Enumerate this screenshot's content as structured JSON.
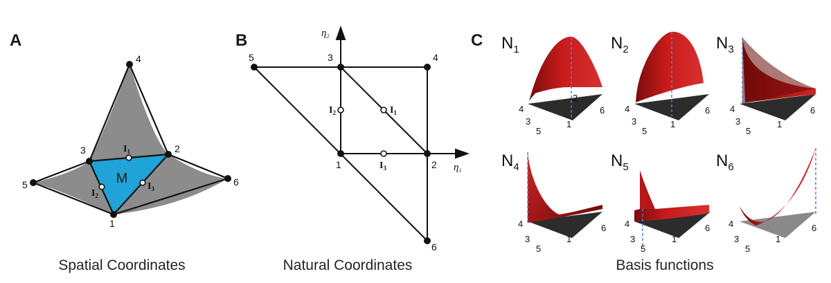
{
  "panels": {
    "a": {
      "letter": "A",
      "caption": "Spatial Coordinates",
      "element_label": "M",
      "nodes": [
        "1",
        "2",
        "3",
        "4",
        "5",
        "6"
      ],
      "integration_points": [
        {
          "base": "I",
          "sub": "1"
        },
        {
          "base": "I",
          "sub": "2"
        },
        {
          "base": "I",
          "sub": "3"
        }
      ],
      "colors": {
        "region": "#8c8c8c",
        "element": "#1fa3d9",
        "edge": "#111111"
      }
    },
    "b": {
      "letter": "B",
      "caption": "Natural Coordinates",
      "axis_x": {
        "symbol": "η",
        "sub": "1"
      },
      "axis_y": {
        "symbol": "η",
        "sub": "2"
      },
      "nodes": [
        "1",
        "2",
        "3",
        "4",
        "5",
        "6"
      ],
      "integration_points": [
        {
          "base": "I",
          "sub": "1"
        },
        {
          "base": "I",
          "sub": "2"
        },
        {
          "base": "I",
          "sub": "3"
        }
      ]
    },
    "c": {
      "letter": "C",
      "caption": "Basis functions",
      "functions": [
        {
          "base": "N",
          "sub": "1",
          "ticks": [
            "4",
            "3",
            "5",
            "1",
            "6",
            "2"
          ]
        },
        {
          "base": "N",
          "sub": "2",
          "ticks": [
            "4",
            "3",
            "5",
            "1",
            "6"
          ]
        },
        {
          "base": "N",
          "sub": "3",
          "ticks": [
            "4",
            "3",
            "5",
            "1",
            "6"
          ]
        },
        {
          "base": "N",
          "sub": "4",
          "ticks": [
            "4",
            "3",
            "5",
            "1",
            "6"
          ]
        },
        {
          "base": "N",
          "sub": "5",
          "ticks": [
            "4",
            "3",
            "5",
            "1",
            "6"
          ]
        },
        {
          "base": "N",
          "sub": "6",
          "ticks": [
            "4",
            "3",
            "5",
            "1",
            "6"
          ]
        }
      ],
      "colors": {
        "surface_light": "#d42020",
        "surface_dark": "#6e0a0a",
        "base": "#2a2a2a",
        "base_light": "#8a8a8a",
        "dashed": "#4a86c5"
      }
    }
  }
}
